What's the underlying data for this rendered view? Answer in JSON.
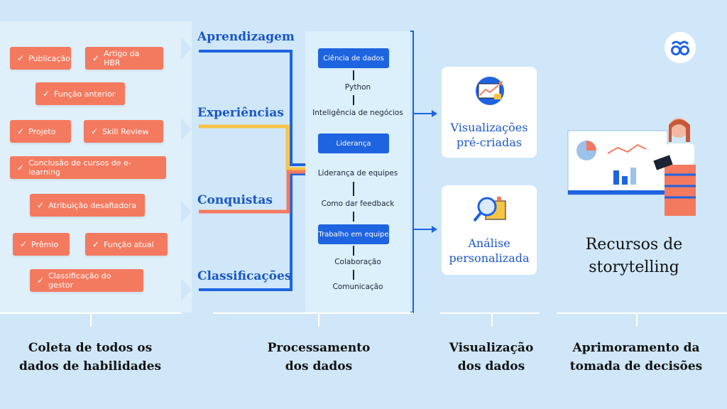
{
  "skills": [
    {
      "label": "Publicação"
    },
    {
      "label": "Artigo da HBR"
    },
    {
      "label": "Função anterior"
    },
    {
      "label": "Projeto"
    },
    {
      "label": "Skill Review"
    },
    {
      "label": "Conclusão de cursos de e-learning"
    },
    {
      "label": "Atribuição desafiadora"
    },
    {
      "label": "Prêmio"
    },
    {
      "label": "Função atual"
    },
    {
      "label": "Classificação do gestor"
    }
  ],
  "categories": [
    "Aprendizagem",
    "Experiências",
    "Conquistas",
    "Classificações"
  ],
  "processing": {
    "chips": [
      "Ciência de dados",
      "Liderança",
      "Trabalho em equipe"
    ],
    "subs": [
      "Python",
      "Inteligência de negócios",
      "Liderança de equipes",
      "Como dar feedback",
      "Colaboração",
      "Comunicação"
    ]
  },
  "visualizations": {
    "card1": {
      "line1": "Visualizações",
      "line2": "pré-criadas"
    },
    "card2": {
      "line1": "Análise",
      "line2": "personalizada"
    }
  },
  "storytelling": {
    "line1": "Recursos de",
    "line2": "storytelling"
  },
  "stages": [
    {
      "line1": "Coleta de todos os",
      "line2": "dados de habilidades"
    },
    {
      "line1": "Processamento",
      "line2": "dos dados"
    },
    {
      "line1": "Visualização",
      "line2": "dos dados"
    },
    {
      "line1": "Aprimoramento da",
      "line2": "tomada de decisões"
    }
  ],
  "colors": {
    "accent": "#1e63e0",
    "tag": "#f47a5f",
    "yellow": "#f6c544",
    "background": "#cfe7f8"
  }
}
